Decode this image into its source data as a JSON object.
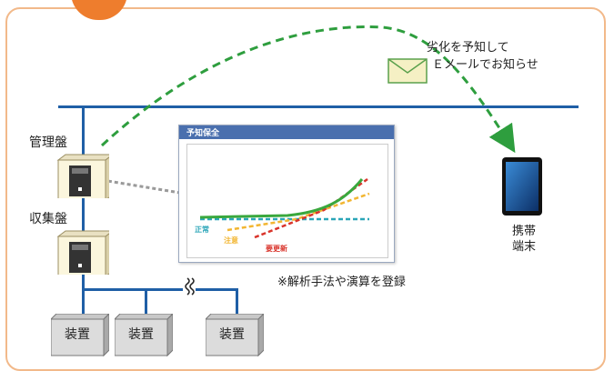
{
  "labels": {
    "management_panel": "管理盤",
    "collection_panel": "収集盤",
    "device_1": "装置",
    "device_2": "装置",
    "device_3": "装置",
    "mail_line1": "劣化を予知して",
    "mail_line2": "Ｅメールでお知らせ",
    "mobile_line1": "携帯",
    "mobile_line2": "端末",
    "note": "※解析手法や演算を登録"
  },
  "chart_window": {
    "title": "予知保全",
    "label_normal": "正常",
    "label_caution": "注意",
    "label_needs_replacement": "要更新"
  },
  "icons": {
    "envelope": "envelope-icon",
    "tablet": "tablet-icon",
    "cabinet": "cabinet-icon",
    "device": "device-box-icon",
    "break": "wavy-break-icon"
  },
  "colors": {
    "frame_border": "#f2b98a",
    "tab": "#ee7d2d",
    "bus": "#1f5fa6",
    "arrow": "#2e9e3e",
    "normal": "#2aa5b8",
    "caution": "#f2b632",
    "needs_replacement": "#d9342b",
    "trend": "#3aa83d"
  }
}
